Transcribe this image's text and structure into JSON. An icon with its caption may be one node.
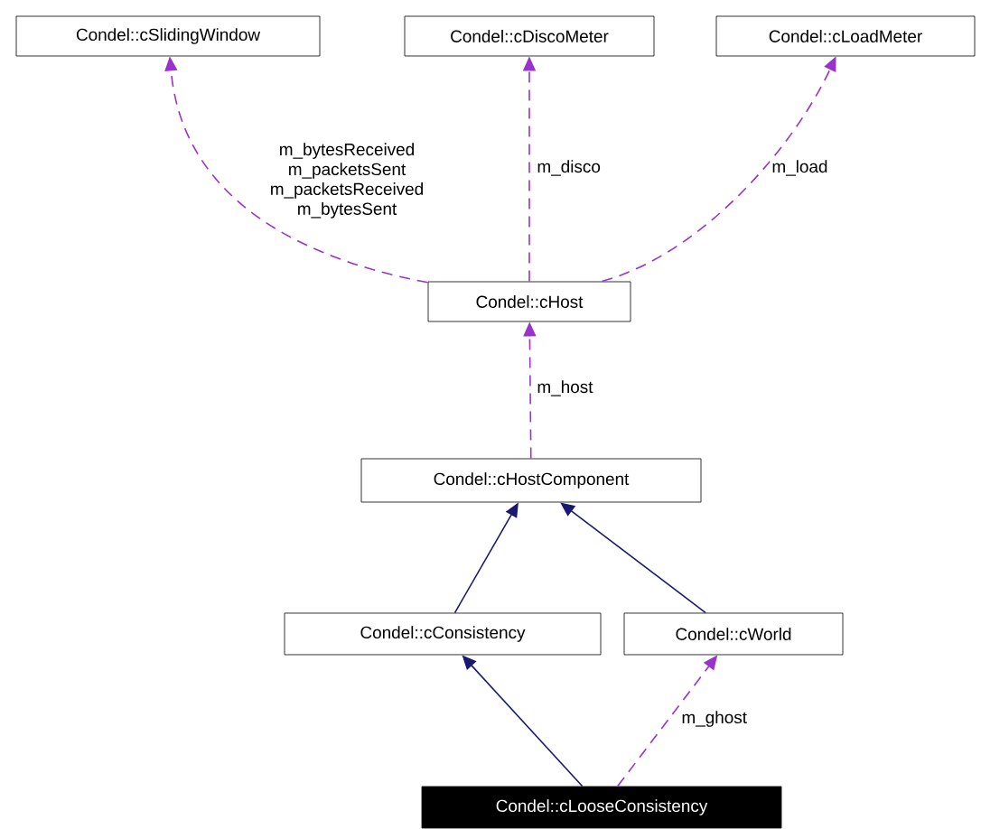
{
  "diagram": {
    "nodes": [
      {
        "text": [
          "Condel::cSlidingWindow"
        ]
      },
      {
        "text": [
          "Condel::cDiscoMeter"
        ]
      },
      {
        "text": [
          "Condel::cLoadMeter"
        ]
      },
      {
        "text": [
          "Condel::cHost"
        ]
      },
      {
        "text": [
          "Condel::cHostComponent"
        ]
      },
      {
        "text": [
          "Condel::cConsistency"
        ]
      },
      {
        "text": [
          "Condel::cWorld"
        ]
      },
      {
        "text": [
          "Condel::cLooseConsistency"
        ]
      }
    ],
    "edges": [
      {
        "from": 3,
        "to": 0,
        "arrow": "to",
        "label": "m_bytesReceived m_packetsSent m_packetsReceived m_bytesSent",
        "style": "dashed"
      },
      {
        "from": 3,
        "to": 1,
        "arrow": "to",
        "label": "m_disco",
        "style": "dashed"
      },
      {
        "from": 3,
        "to": 2,
        "arrow": "to",
        "label": "m_load",
        "style": "dashed"
      },
      {
        "from": 4,
        "to": 3,
        "arrow": "to",
        "label": "m_host",
        "style": "dashed"
      },
      {
        "from": 5,
        "to": 4,
        "arrow": "to",
        "color": "#191970"
      },
      {
        "from": 6,
        "to": 4,
        "arrow": "to",
        "color": "#191970"
      },
      {
        "from": 7,
        "to": 5,
        "arrow": "to",
        "color": "#191970"
      },
      {
        "from": 7,
        "to": 6,
        "arrow": "to",
        "label": "m_ghost",
        "style": "dashed"
      }
    ]
  }
}
